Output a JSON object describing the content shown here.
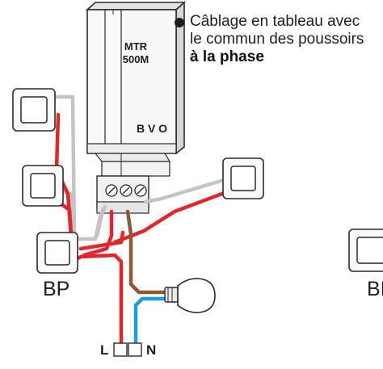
{
  "caption": {
    "line1": "Câblage en tableau avec",
    "line2": "le commun des poussoirs",
    "line3": "à la phase"
  },
  "module": {
    "model_line1": "MTR",
    "model_line2": "500M",
    "terminals": "B V O"
  },
  "labels": {
    "bp": "BP",
    "bp_partial": "BI",
    "line": "L",
    "neutral": "N"
  },
  "colors": {
    "phase": "#e2262b",
    "neutral": "#1aa0d8",
    "switched": "#8a5a35",
    "control": "#c4c4c4"
  },
  "icons": {
    "bulb": "light-bulb-icon",
    "push_button": "push-button-icon"
  }
}
